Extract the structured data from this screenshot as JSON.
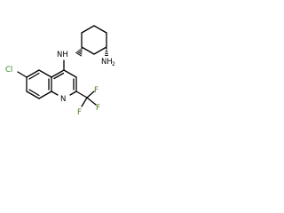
{
  "molecule": {
    "atoms": {
      "nh_amine": "NH",
      "nh2_amine_main": "NH",
      "nh2_amine_sub": "2",
      "chlorine": "Cl",
      "quinoline_n": "N",
      "f_top": "F",
      "f_left": "F",
      "f_right": "F"
    },
    "colors": {
      "bond": "#000000",
      "chlorine": "#2e8b2e",
      "fluorine": "#4a7a1a",
      "nitrogen": "#000000"
    }
  }
}
